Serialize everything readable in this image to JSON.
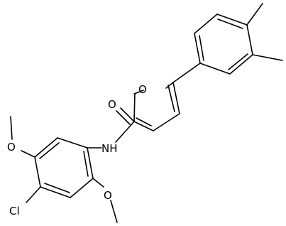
{
  "molecule": {
    "atom_labels": {
      "furan_oxygen": "O",
      "carbonyl_oxygen": "O",
      "amide_nitrogen": "NH",
      "methoxy_oxygen_upper": "O",
      "methoxy_oxygen_lower": "O",
      "chlorine": "Cl"
    }
  },
  "colors": {
    "bond": "#000000",
    "label": "#000000",
    "background": "#ffffff"
  }
}
